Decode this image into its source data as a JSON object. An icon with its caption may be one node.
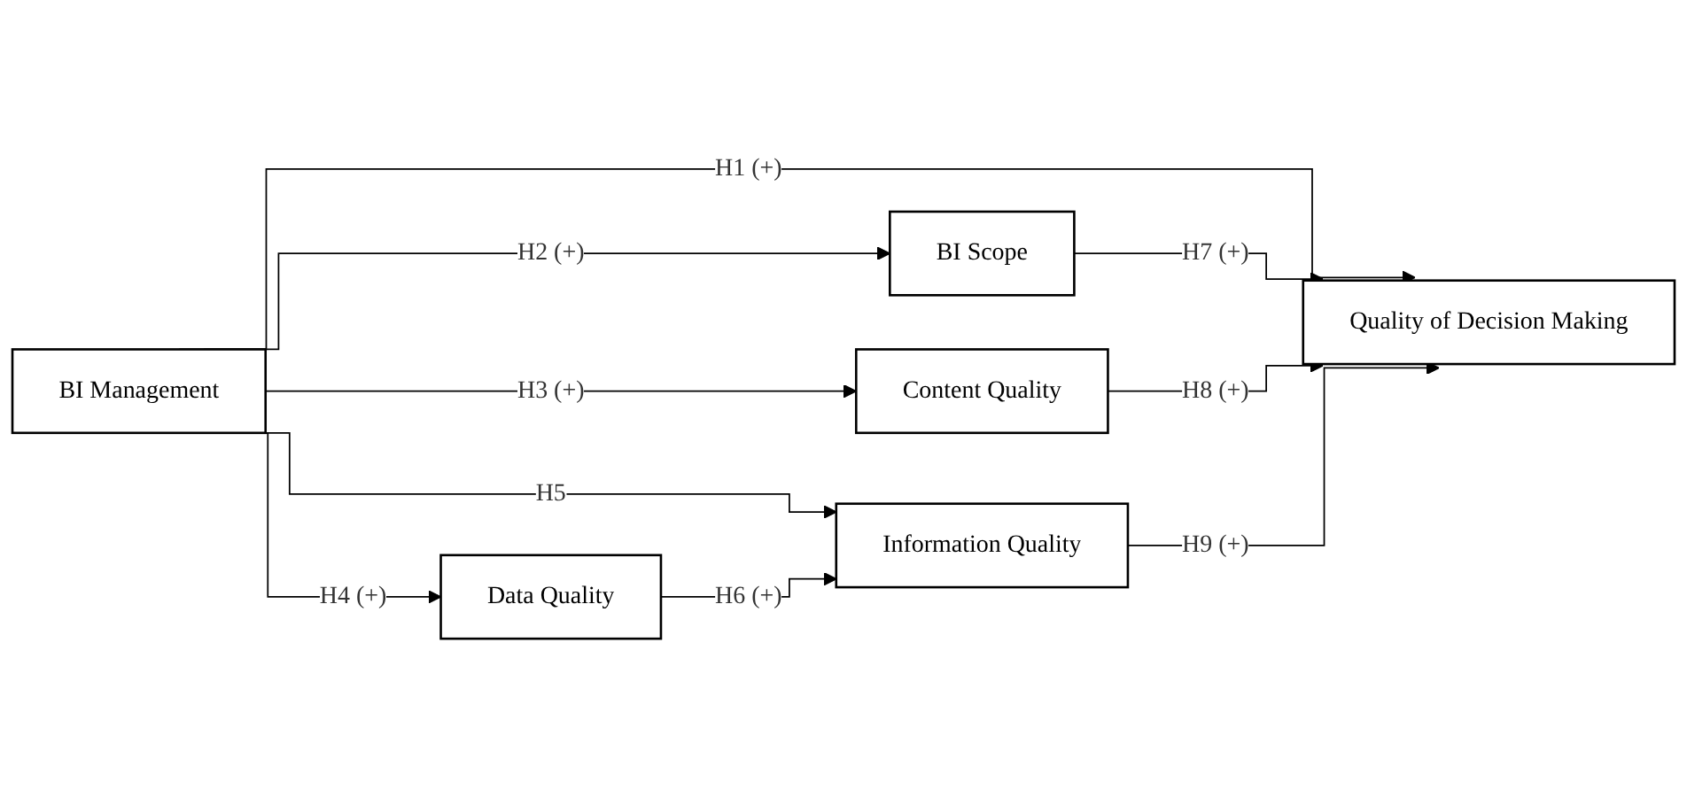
{
  "diagram": {
    "nodes": [
      {
        "text": [
          "BI Scope"
        ]
      },
      {
        "text": [
          "Content Quality"
        ]
      },
      {
        "text": [
          "BI Management"
        ]
      },
      {
        "text": [
          "Quality of Decision Making"
        ]
      },
      {
        "text": [
          "Data Quality"
        ]
      },
      {
        "text": [
          "Information Quality"
        ]
      }
    ],
    "edges": [
      {
        "from": 2,
        "to": 0,
        "arrow": "to",
        "label": "H2 (+)"
      },
      {
        "from": 2,
        "to": 1,
        "arrow": "to",
        "label": "H3 (+)"
      },
      {
        "from": 2,
        "to": 3,
        "arrow": "to",
        "label": "H1 (+)"
      },
      {
        "from": 2,
        "to": 5,
        "arrow": "to",
        "label": "H5"
      },
      {
        "from": 2,
        "to": 4,
        "arrow": "to",
        "label": "H4 (+)"
      },
      {
        "from": 4,
        "to": 5,
        "arrow": "to",
        "label": "H6 (+)"
      },
      {
        "from": 0,
        "to": 3,
        "arrow": "to",
        "label": "H7 (+)"
      },
      {
        "from": 1,
        "to": 3,
        "arrow": "to",
        "label": "H8 (+)"
      },
      {
        "from": 5,
        "to": 3,
        "arrow": "to",
        "label": "H9 (+)"
      }
    ]
  }
}
